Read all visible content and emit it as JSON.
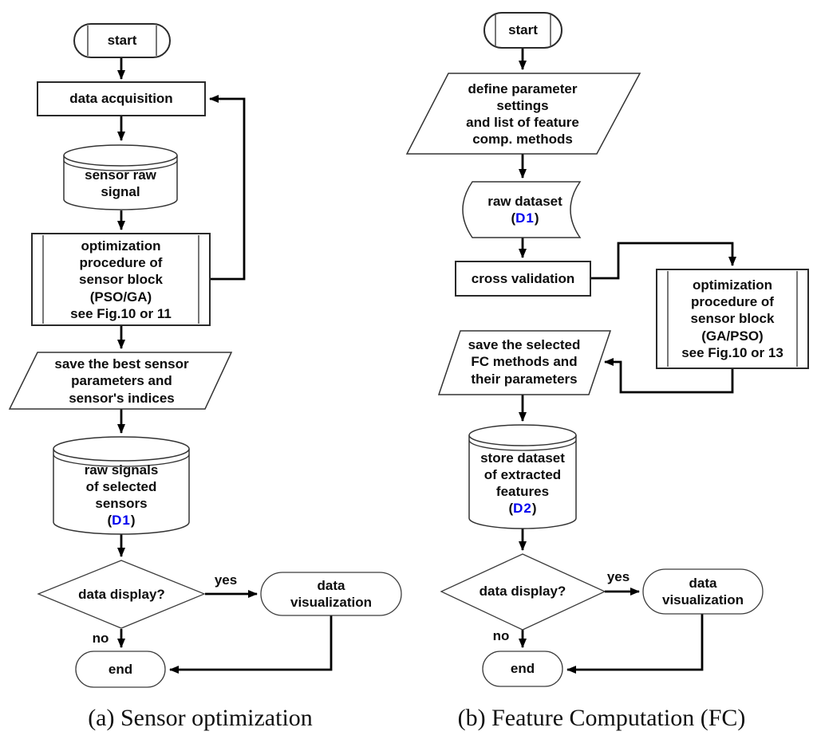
{
  "colors": {
    "dataset_ref_blue": "#0000ee",
    "line_black": "#000000",
    "background": "#ffffff"
  },
  "chart_a": {
    "caption": "(a) Sensor optimization",
    "start": "start",
    "data_acquisition": "data acquisition",
    "sensor_raw_signal": "sensor raw\nsignal",
    "optimization": "optimization\nprocedure of\nsensor block\n(PSO/GA)\nsee Fig.10 or 11",
    "save_params": "save the best sensor\nparameters and\nsensor's indices",
    "raw_signals": "raw signals\nof selected\nsensors",
    "d1": {
      "pre": "(",
      "id": "D1",
      "post": ")"
    },
    "decision": "data display?",
    "yes": "yes",
    "no": "no",
    "data_visualization": "data\nvisualization",
    "end": "end"
  },
  "chart_b": {
    "caption": "(b) Feature Computation (FC)",
    "start": "start",
    "define_params": "define parameter\nsettings\nand list of feature\ncomp. methods",
    "raw_dataset": "raw dataset",
    "d1": {
      "pre": "(",
      "id": "D1",
      "post": ")"
    },
    "cross_validation": "cross validation",
    "optimization": "optimization\nprocedure of\nsensor block\n(GA/PSO)\nsee Fig.10 or 13",
    "save_fc": "save the selected\nFC methods and\ntheir parameters",
    "store_dataset": "store dataset\nof extracted\nfeatures",
    "d2": {
      "pre": "(",
      "id": "D2",
      "post": ")"
    },
    "decision": "data display?",
    "yes": "yes",
    "no": "no",
    "data_visualization": "data\nvisualization",
    "end": "end"
  }
}
